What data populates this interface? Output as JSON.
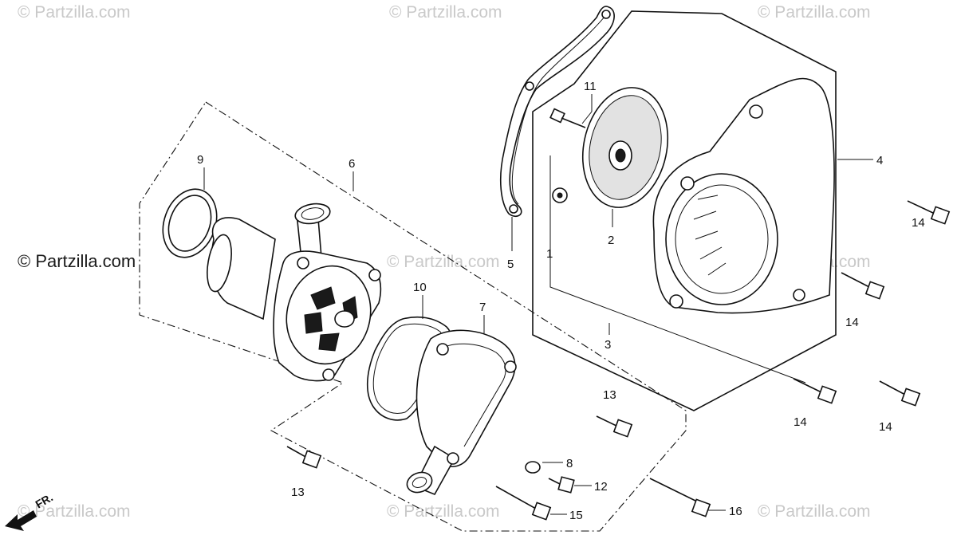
{
  "watermark": {
    "text": "© Partzilla.com",
    "main_text": "© Partzilla.com"
  },
  "direction_indicator": {
    "label": "FR."
  },
  "callouts": {
    "p1": "1",
    "p2": "2",
    "p3": "3",
    "p4": "4",
    "p5": "5",
    "p6": "6",
    "p7": "7",
    "p8": "8",
    "p9": "9",
    "p10": "10",
    "p11": "11",
    "p12": "12",
    "p13a": "13",
    "p13b": "13",
    "p14a": "14",
    "p14b": "14",
    "p14c": "14",
    "p14d": "14",
    "p15": "15",
    "p16": "16"
  }
}
